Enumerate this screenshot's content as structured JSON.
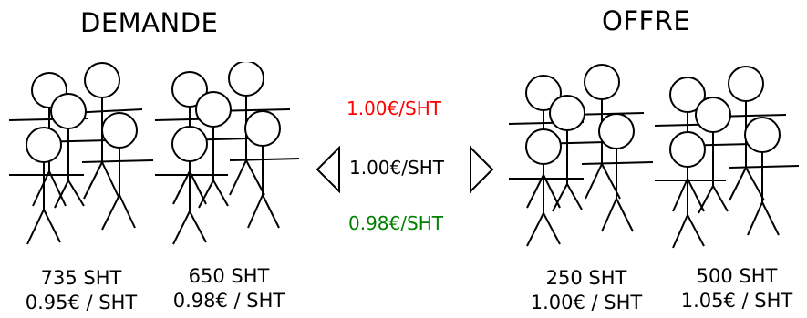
{
  "demand": {
    "title": "DEMANDE",
    "groups": [
      {
        "quantity": "735 SHT",
        "price": "0.95€ / SHT"
      },
      {
        "quantity": "650 SHT",
        "price": "0.98€ / SHT"
      }
    ]
  },
  "supply": {
    "title": "OFFRE",
    "groups": [
      {
        "quantity": "250 SHT",
        "price": "1.00€ / SHT"
      },
      {
        "quantity": "500 SHT",
        "price": "1.05€ / SHT"
      }
    ]
  },
  "center": {
    "top_price": "1.00€/SHT",
    "middle_price": "1.00€/SHT",
    "bottom_price": "0.98€/SHT"
  },
  "colors": {
    "top_price": "#ff0000",
    "middle_price": "#000000",
    "bottom_price": "#008000"
  }
}
